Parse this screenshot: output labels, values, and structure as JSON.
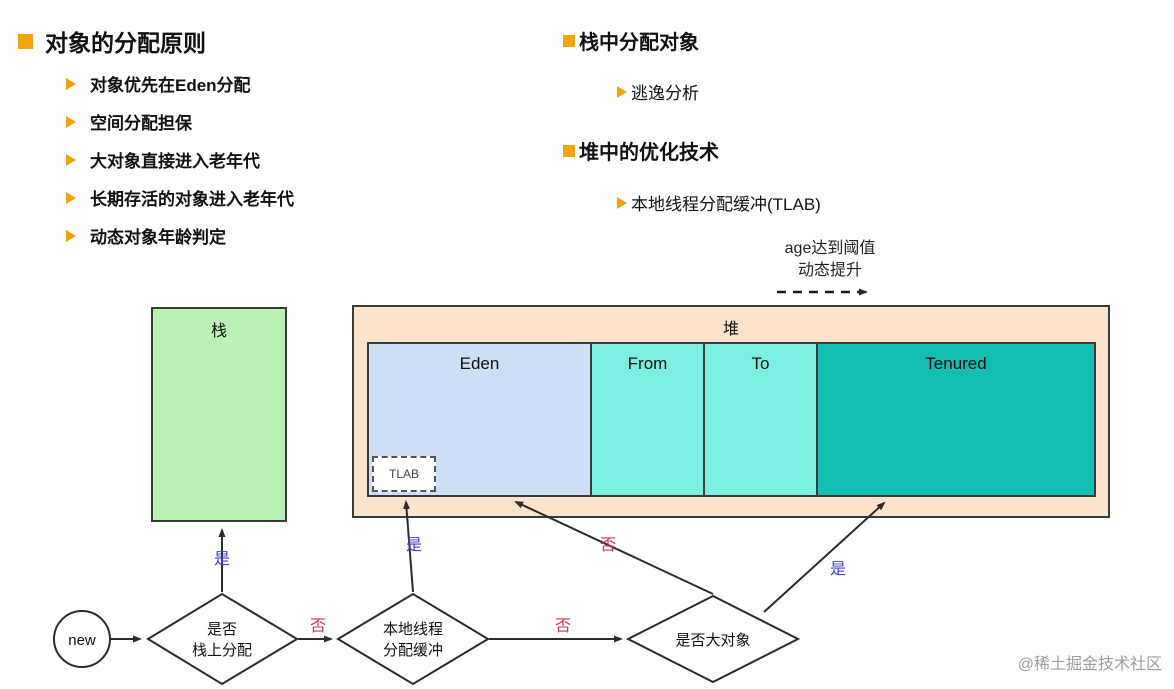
{
  "left_panel": {
    "title": "对象的分配原则",
    "items": [
      "对象优先在Eden分配",
      "空间分配担保",
      "大对象直接进入老年代",
      "长期存活的对象进入老年代",
      "动态对象年龄判定"
    ]
  },
  "right_panel": {
    "stack_section": {
      "title": "栈中分配对象",
      "item": "逃逸分析"
    },
    "heap_section": {
      "title": "堆中的优化技术",
      "item": "本地线程分配缓冲(TLAB)"
    }
  },
  "diagram": {
    "age_note": {
      "line1": "age达到阈值",
      "line2": "动态提升"
    },
    "stack_label": "栈",
    "heap_label": "堆",
    "regions": {
      "eden": "Eden",
      "from": "From",
      "to": "To",
      "tenured": "Tenured"
    },
    "tlab_label": "TLAB",
    "flowchart": {
      "start_label": "new",
      "decision1_line1": "是否",
      "decision1_line2": "栈上分配",
      "decision2_line1": "本地线程",
      "decision2_line2": "分配缓冲",
      "decision3": "是否大对象",
      "yes_label": "是",
      "no_label": "否"
    }
  },
  "watermark": "@稀土掘金技术社区",
  "colors": {
    "accent_orange": "#F0A30A",
    "stack_green": "#B9F2B4",
    "heap_peach": "#FBE3CC",
    "eden_blue": "#CDDFF7",
    "survivor_aqua": "#7BF0E1",
    "tenured_teal": "#12BDB2",
    "yes_blue": "#4040C8",
    "no_red": "#C83850"
  }
}
